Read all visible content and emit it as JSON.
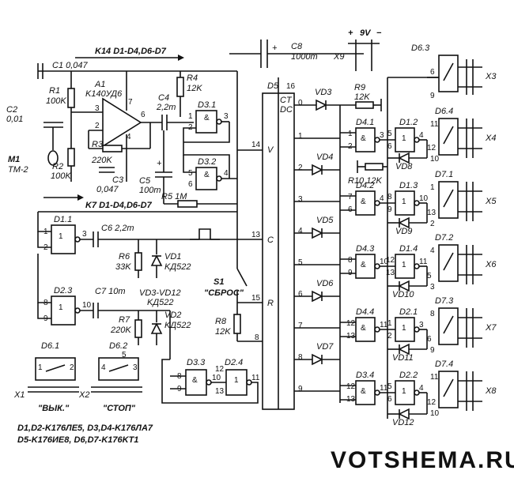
{
  "labels": {
    "k14": "K14 D1-D4,D6-D7",
    "k7": "K7 D1-D4,D6-D7",
    "c1": "C1 0,047",
    "r1": "R1",
    "r1v": "100K",
    "a1": "A1",
    "a1v": "K140УД6",
    "r4": "R4",
    "r4v": "12K",
    "c2": "C2",
    "c2v": "0,01",
    "c4": "C4",
    "c4v": "2,2m",
    "d31": "D3.1",
    "d32": "D3.2",
    "r3": "R3",
    "r3v": "220K",
    "m1": "M1",
    "m1v": "TM-2",
    "r2": "R2",
    "r2v": "100K",
    "c3": "C3",
    "c3v": "0,047",
    "c5": "C5",
    "c5v": "100m",
    "r5": "R5 1M",
    "c8": "C8",
    "c8v": "1000m",
    "x9": "X9",
    "v9": "9V",
    "d5": "D5",
    "ct": "CT",
    "dc": "DC",
    "vd3": "VD3",
    "r9": "R9",
    "r9v": "12K",
    "d63": "D6.3",
    "x3": "X3",
    "d41": "D4.1",
    "d12": "D1.2",
    "d64": "D6.4",
    "x4": "X4",
    "vd4": "VD4",
    "vd8": "VD8",
    "r10": "R10 12K",
    "d42": "D4.2",
    "d13": "D1.3",
    "d71": "D7.1",
    "x5": "X5",
    "vd5": "VD5",
    "vd9": "VD9",
    "d11": "D1.1",
    "c6": "C6 2,2m",
    "r6": "R6",
    "r6v": "33K",
    "vd1": "VD1",
    "vd1v": "KД522",
    "d43": "D4.3",
    "d14": "D1.4",
    "d72": "D7.2",
    "x6": "X6",
    "vd6": "VD6",
    "vd10": "VD10",
    "s1": "S1",
    "sbros": "\"СБРОС\"",
    "d23": "D2.3",
    "c7": "C7 10m",
    "vd312": "VD3-VD12",
    "vd312v": "KД522",
    "r7": "R7",
    "r7v": "220K",
    "vd2": "VD2",
    "vd2v": "KД522",
    "r8": "R8",
    "r8v": "12K",
    "d44": "D4.4",
    "d21": "D2.1",
    "d73": "D7.3",
    "x7": "X7",
    "vd7": "VD7",
    "vd11": "VD11",
    "d61": "D6.1",
    "d62": "D6.2",
    "d33": "D3.3",
    "d24": "D2.4",
    "d34": "D3.4",
    "d22": "D2.2",
    "d74": "D7.4",
    "x8": "X8",
    "vd12": "VD12",
    "x1": "X1",
    "x2": "X2",
    "vyk": "\"ВЫК.\"",
    "stop": "\"СТОП\"",
    "note1": "D1,D2-K176ЛЕ5, D3,D4-K176ЛА7",
    "note2": "D5-K176ИЕ8, D6,D7-K176KT1",
    "pin_v": "V",
    "pin_c": "C",
    "pin_r": "R",
    "plus": "+",
    "minus": "−"
  },
  "counter_outputs": [
    "0",
    "1",
    "2",
    "3",
    "4",
    "5",
    "6",
    "7",
    "8",
    "9"
  ],
  "watermark": "VOTSHEMA.RU",
  "colors": {
    "ink": "#111111",
    "watermark": "#e8b200",
    "background": "#ffffff"
  }
}
